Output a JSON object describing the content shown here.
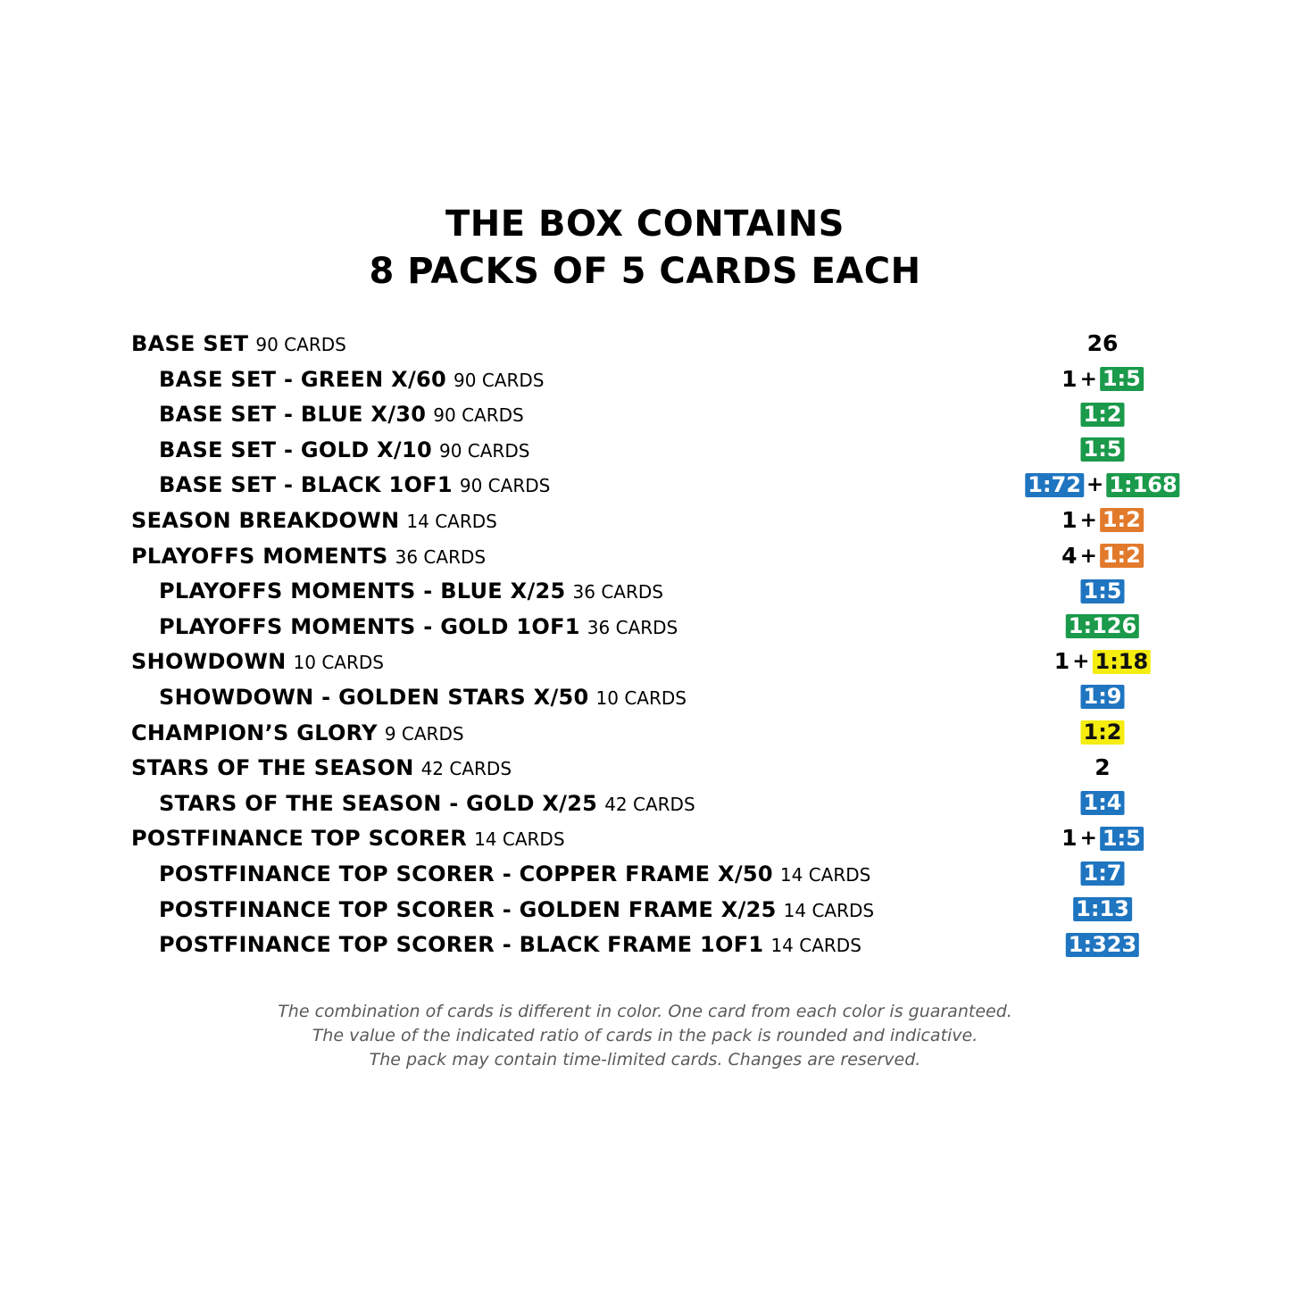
{
  "title": {
    "line1": "THE BOX CONTAINS",
    "line2": "8 PACKS OF 5 CARDS EACH"
  },
  "colors": {
    "green": "#1a9a4a",
    "blue": "#1f75c0",
    "orange": "#e27a2c",
    "yellow": "#f5ec10"
  },
  "rows": [
    {
      "name": "BASE SET",
      "count": "90 CARDS",
      "level": 0,
      "ratio": [
        {
          "text": "26"
        }
      ]
    },
    {
      "name": "BASE SET - GREEN X/60",
      "count": "90 CARDS",
      "level": 1,
      "ratio": [
        {
          "text": "1"
        },
        {
          "plus": "+"
        },
        {
          "badge": "1:5",
          "color": "green"
        }
      ]
    },
    {
      "name": "BASE SET - BLUE X/30",
      "count": "90 CARDS",
      "level": 1,
      "ratio": [
        {
          "badge": "1:2",
          "color": "green"
        }
      ]
    },
    {
      "name": "BASE SET - GOLD X/10",
      "count": "90 CARDS",
      "level": 1,
      "ratio": [
        {
          "badge": "1:5",
          "color": "green"
        }
      ]
    },
    {
      "name": "BASE SET - BLACK 1OF1",
      "count": "90 CARDS",
      "level": 1,
      "ratio": [
        {
          "badge": "1:72",
          "color": "blue"
        },
        {
          "plus": "+"
        },
        {
          "badge": "1:168",
          "color": "green"
        }
      ]
    },
    {
      "name": "SEASON BREAKDOWN",
      "count": "14 CARDS",
      "level": 0,
      "ratio": [
        {
          "text": "1"
        },
        {
          "plus": "+"
        },
        {
          "badge": "1:2",
          "color": "orange"
        }
      ]
    },
    {
      "name": "PLAYOFFS MOMENTS",
      "count": "36 CARDS",
      "level": 0,
      "ratio": [
        {
          "text": "4"
        },
        {
          "plus": "+"
        },
        {
          "badge": "1:2",
          "color": "orange"
        }
      ]
    },
    {
      "name": "PLAYOFFS MOMENTS - BLUE X/25",
      "count": "36 CARDS",
      "level": 1,
      "ratio": [
        {
          "badge": "1:5",
          "color": "blue"
        }
      ]
    },
    {
      "name": "PLAYOFFS MOMENTS - GOLD 1OF1",
      "count": "36 CARDS",
      "level": 1,
      "ratio": [
        {
          "badge": "1:126",
          "color": "green"
        }
      ]
    },
    {
      "name": "SHOWDOWN",
      "count": "10 CARDS",
      "level": 0,
      "ratio": [
        {
          "text": "1"
        },
        {
          "plus": "+"
        },
        {
          "badge": "1:18",
          "color": "yellow"
        }
      ]
    },
    {
      "name": "SHOWDOWN - GOLDEN STARS X/50",
      "count": "10 CARDS",
      "level": 1,
      "ratio": [
        {
          "badge": "1:9",
          "color": "blue"
        }
      ]
    },
    {
      "name": "CHAMPION’S GLORY",
      "count": "9 CARDS",
      "level": 0,
      "ratio": [
        {
          "badge": "1:2",
          "color": "yellow"
        }
      ]
    },
    {
      "name": "STARS OF THE SEASON",
      "count": "42 CARDS",
      "level": 0,
      "ratio": [
        {
          "text": "2"
        }
      ]
    },
    {
      "name": "STARS OF THE SEASON - GOLD X/25",
      "count": "42 CARDS",
      "level": 1,
      "ratio": [
        {
          "badge": "1:4",
          "color": "blue"
        }
      ]
    },
    {
      "name": "POSTFINANCE TOP SCORER",
      "count": "14 CARDS",
      "level": 0,
      "ratio": [
        {
          "text": "1"
        },
        {
          "plus": "+"
        },
        {
          "badge": "1:5",
          "color": "blue"
        }
      ]
    },
    {
      "name": "POSTFINANCE TOP SCORER - COPPER FRAME X/50",
      "count": "14 CARDS",
      "level": 1,
      "ratio": [
        {
          "badge": "1:7",
          "color": "blue"
        }
      ]
    },
    {
      "name": "POSTFINANCE TOP SCORER - GOLDEN FRAME X/25",
      "count": "14 CARDS",
      "level": 1,
      "ratio": [
        {
          "badge": "1:13",
          "color": "blue"
        }
      ]
    },
    {
      "name": "POSTFINANCE TOP SCORER - BLACK FRAME 1OF1",
      "count": "14 CARDS",
      "level": 1,
      "ratio": [
        {
          "badge": "1:323",
          "color": "blue"
        }
      ]
    }
  ],
  "footer": {
    "line1": "The combination of cards is different in color. One card from each color is guaranteed.",
    "line2": "The value of the indicated ratio of cards in the pack is rounded and indicative.",
    "line3": "The pack may contain time-limited cards. Changes are reserved."
  }
}
